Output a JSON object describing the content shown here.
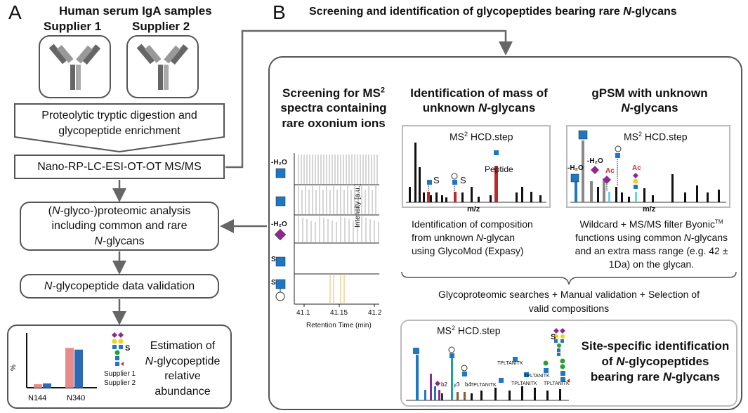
{
  "panel_a": {
    "letter": "A",
    "title": "Human serum IgA samples",
    "supplier1": "Supplier 1",
    "supplier2": "Supplier 2",
    "step1_line1": "Proteolytic tryptic digestion and",
    "step1_line2": "glycopeptide enrichment",
    "step2": "Nano-RP-LC-ESI-OT-OT MS/MS",
    "step3_line1_italic": "N",
    "step3_line1_rest": "-glyco-)proteomic analysis",
    "step3_line1_paren": "(",
    "step3_line2": "including common and rare",
    "step3_line3_italic": "N",
    "step3_line3_rest": "-glycans",
    "step4_italic": "N",
    "step4_rest": "-glycopeptide data validation",
    "estimation_line1": "Estimation of",
    "estimation_line2_italic": "N",
    "estimation_line2_rest": "-glycopeptide",
    "estimation_line3": "relative",
    "estimation_line4": "abundance",
    "chart_ylabel": "%",
    "chart_legend1": "Supplier 1",
    "chart_legend2": "Supplier 2",
    "chart_s_label": "S"
  },
  "chart_data": {
    "type": "bar",
    "categories": [
      "N144",
      "N340"
    ],
    "series": [
      {
        "name": "Supplier 1",
        "values": [
          8,
          92
        ]
      },
      {
        "name": "Supplier 2",
        "values": [
          10,
          88
        ]
      }
    ],
    "ylabel": "%",
    "ylim": [
      0,
      120
    ],
    "colors": [
      "#e88a8a",
      "#2e6ab3"
    ]
  },
  "panel_b": {
    "letter": "B",
    "title_pre": "Screening and identification of glycopeptides bearing rare ",
    "title_italic": "N",
    "title_post": "-glycans",
    "col1_title_l1": "Screening for MS",
    "col1_title_sup": "2",
    "col1_title_l2": "spectra containing",
    "col1_title_l3": "rare oxonium ions",
    "col2_title_l1": "Identification of mass of",
    "col2_title_l2_pre": "unknown ",
    "col2_title_l2_italic": "N",
    "col2_title_l2_post": "-glycans",
    "col3_title_l1": "gPSM with unknown",
    "col3_title_l2_italic": "N",
    "col3_title_l2_post": "-glycans",
    "xic_ylabel": "Intensity [a.u.]",
    "xic_xlabel": "Retention Time (min)",
    "xic_ticks": [
      "41.1",
      "41.15",
      "41.2"
    ],
    "xic_labels": [
      "-H₂O",
      "-H₂O",
      "S",
      "S"
    ],
    "spec1_title_pre": "MS",
    "spec1_title_sup": "2",
    "spec1_title_post": " HCD.step",
    "spec1_peptide": "Peptide",
    "spec1_s1": "S",
    "spec1_s2": "S",
    "spec1_xlabel": "m/z",
    "spec2_title_pre": "MS",
    "spec2_title_sup": "2",
    "spec2_title_post": " HCD.step",
    "spec2_h2o_a": "-H₂O",
    "spec2_h2o_b": "-H₂O",
    "spec2_ac1": "Ac",
    "spec2_ac2": "Ac",
    "spec2_xlabel": "m/z",
    "desc2_l1": "Identification of composition",
    "desc2_l2_pre": "from unknown ",
    "desc2_l2_italic": "N",
    "desc2_l2_post": "-glycan",
    "desc2_l3": "using GlycoMod (Expasy)",
    "desc3_l1_pre": "Wildcard + MS/MS filter Byonic",
    "desc3_l1_sup": "TM",
    "desc3_l2_pre": "functions using common ",
    "desc3_l2_italic": "N",
    "desc3_l2_post": "-glycans",
    "desc3_l3": "and an extra mass range (e.g. 42 ±",
    "desc3_l4": "1Da) on the glycan.",
    "glyco_search_l1": "Glycoproteomic searches + Manual validation + Selection of",
    "glyco_search_l2": "valid compositions",
    "spec3_title_pre": "MS",
    "spec3_title_sup": "2",
    "spec3_title_post": " HCD.step",
    "spec3_labels": [
      "TPLTANITK",
      "TPLTANITK",
      "TPLTANITK",
      "TPLTANITK",
      "TPLTANITK"
    ],
    "spec3_b2": "b2",
    "spec3_y3": "y3",
    "spec3_b4": "b4",
    "spec3_s": "S",
    "final_l1": "Site-specific identification",
    "final_l2_pre": "of ",
    "final_l2_italic": "N",
    "final_l2_post": "-glycopeptides",
    "final_l3_pre": "bearing rare ",
    "final_l3_italic": "N",
    "final_l3_post": "-glycans"
  },
  "colors": {
    "glcnac_blue": "#1f77c4",
    "neuac_purple": "#8e2a8e",
    "sialic_pink": "#c84a9a",
    "hex_yellow": "#f2d21a",
    "fuc_red": "#d62728",
    "man_green": "#2ca02c",
    "peptide_red": "#c0272d",
    "ac_red": "#d62728",
    "cyan_peak": "#6fd1e6"
  }
}
